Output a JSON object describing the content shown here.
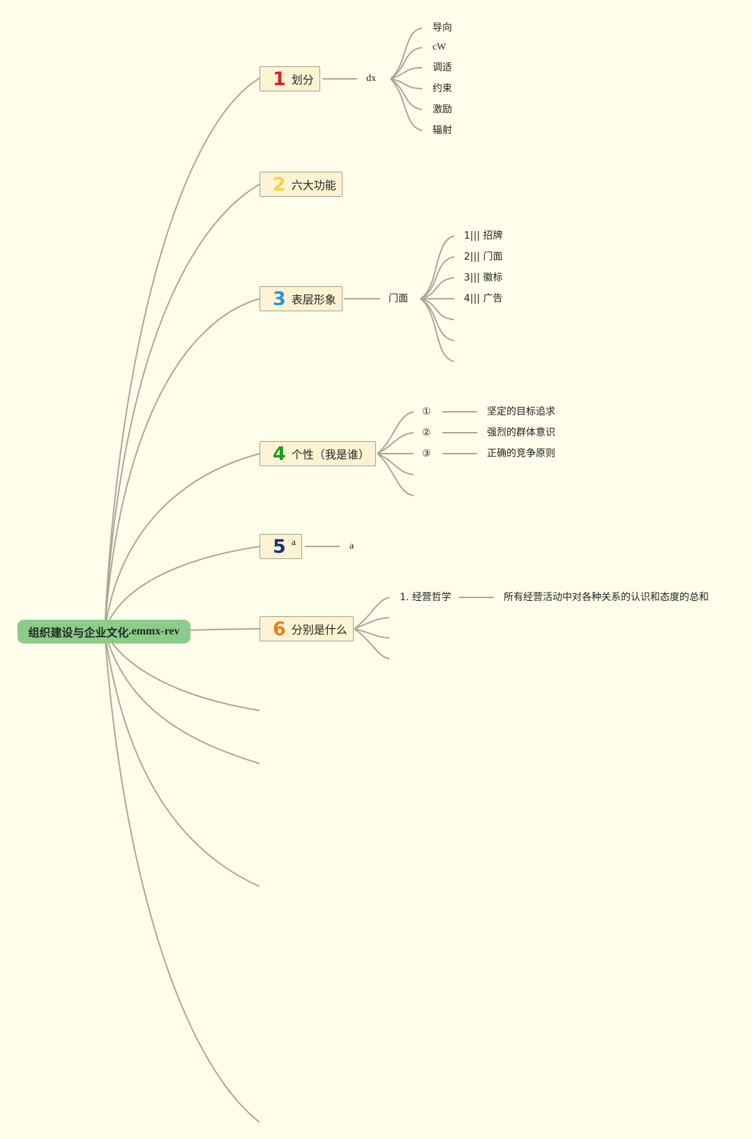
{
  "root": {
    "title_cn": "组织建设与企业文化",
    "title_suffix": ".emmx-rev"
  },
  "topics": [
    {
      "number": "1",
      "label": "划分",
      "number_color": "#d9202c",
      "sub": {
        "label": "dx",
        "children": [
          "导向",
          "cW",
          "调适",
          "约束",
          "激励",
          "辐射"
        ]
      }
    },
    {
      "number": "2",
      "label": "六大功能",
      "number_color": "#f2d347"
    },
    {
      "number": "3",
      "label": "表层形象",
      "number_color": "#2d94d3",
      "sub": {
        "label": "门面",
        "children": [
          "1||| 招牌",
          "2||| 门面",
          "3||| 徽标",
          "4||| 广告"
        ]
      }
    },
    {
      "number": "4",
      "label": "个性（我是谁）",
      "number_color": "#1f9a25",
      "items": [
        {
          "marker": "①",
          "text": "坚定的目标追求"
        },
        {
          "marker": "②",
          "text": "强烈的群体意识"
        },
        {
          "marker": "③",
          "text": "正确的竞争原则"
        }
      ]
    },
    {
      "number": "5",
      "label": "a",
      "number_color": "#1b3372",
      "sub": {
        "label": "a"
      }
    },
    {
      "number": "6",
      "label": "分别是什么",
      "number_color": "#ef7d1a",
      "items": [
        {
          "marker": "1. 经营哲学",
          "text": "所有经营活动中对各种关系的认识和态度的总和"
        }
      ]
    }
  ]
}
